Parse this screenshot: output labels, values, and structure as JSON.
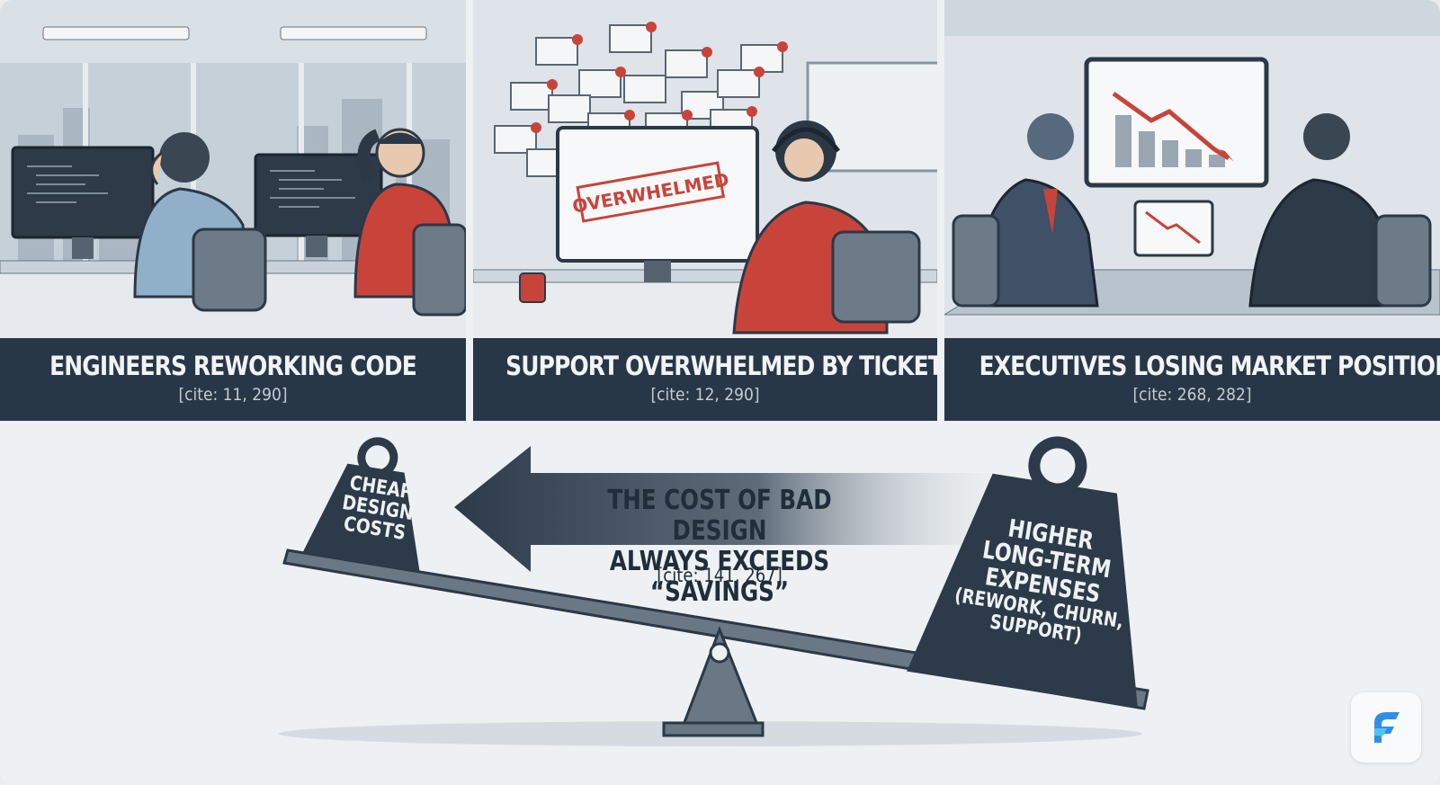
{
  "panels": [
    {
      "title": "ENGINEERS REWORKING CODE",
      "cite": "[cite: 11, 290]"
    },
    {
      "title": "SUPPORT OVERWHELMED BY TICKETS",
      "cite": "[cite: 12, 290]",
      "stamp": "OVERWHELMED"
    },
    {
      "title": "EXECUTIVES LOSING MARKET POSITION",
      "cite": "[cite: 268, 282]"
    }
  ],
  "seesaw": {
    "left_weight": [
      "CHEAP",
      "DESIGN",
      "COSTS"
    ],
    "right_weight": [
      "HIGHER",
      "LONG-TERM",
      "EXPENSES",
      "(REWORK, CHURN,",
      "SUPPORT)"
    ],
    "arrow_text": [
      "THE COST OF BAD DESIGN",
      "ALWAYS EXCEEDS “SAVINGS”"
    ],
    "arrow_cite": "[cite: 141, 267]"
  },
  "colors": {
    "dark": "#283747",
    "accent_red": "#c8443b",
    "background": "#eef1f3"
  },
  "icons": [
    "logo-icon"
  ]
}
